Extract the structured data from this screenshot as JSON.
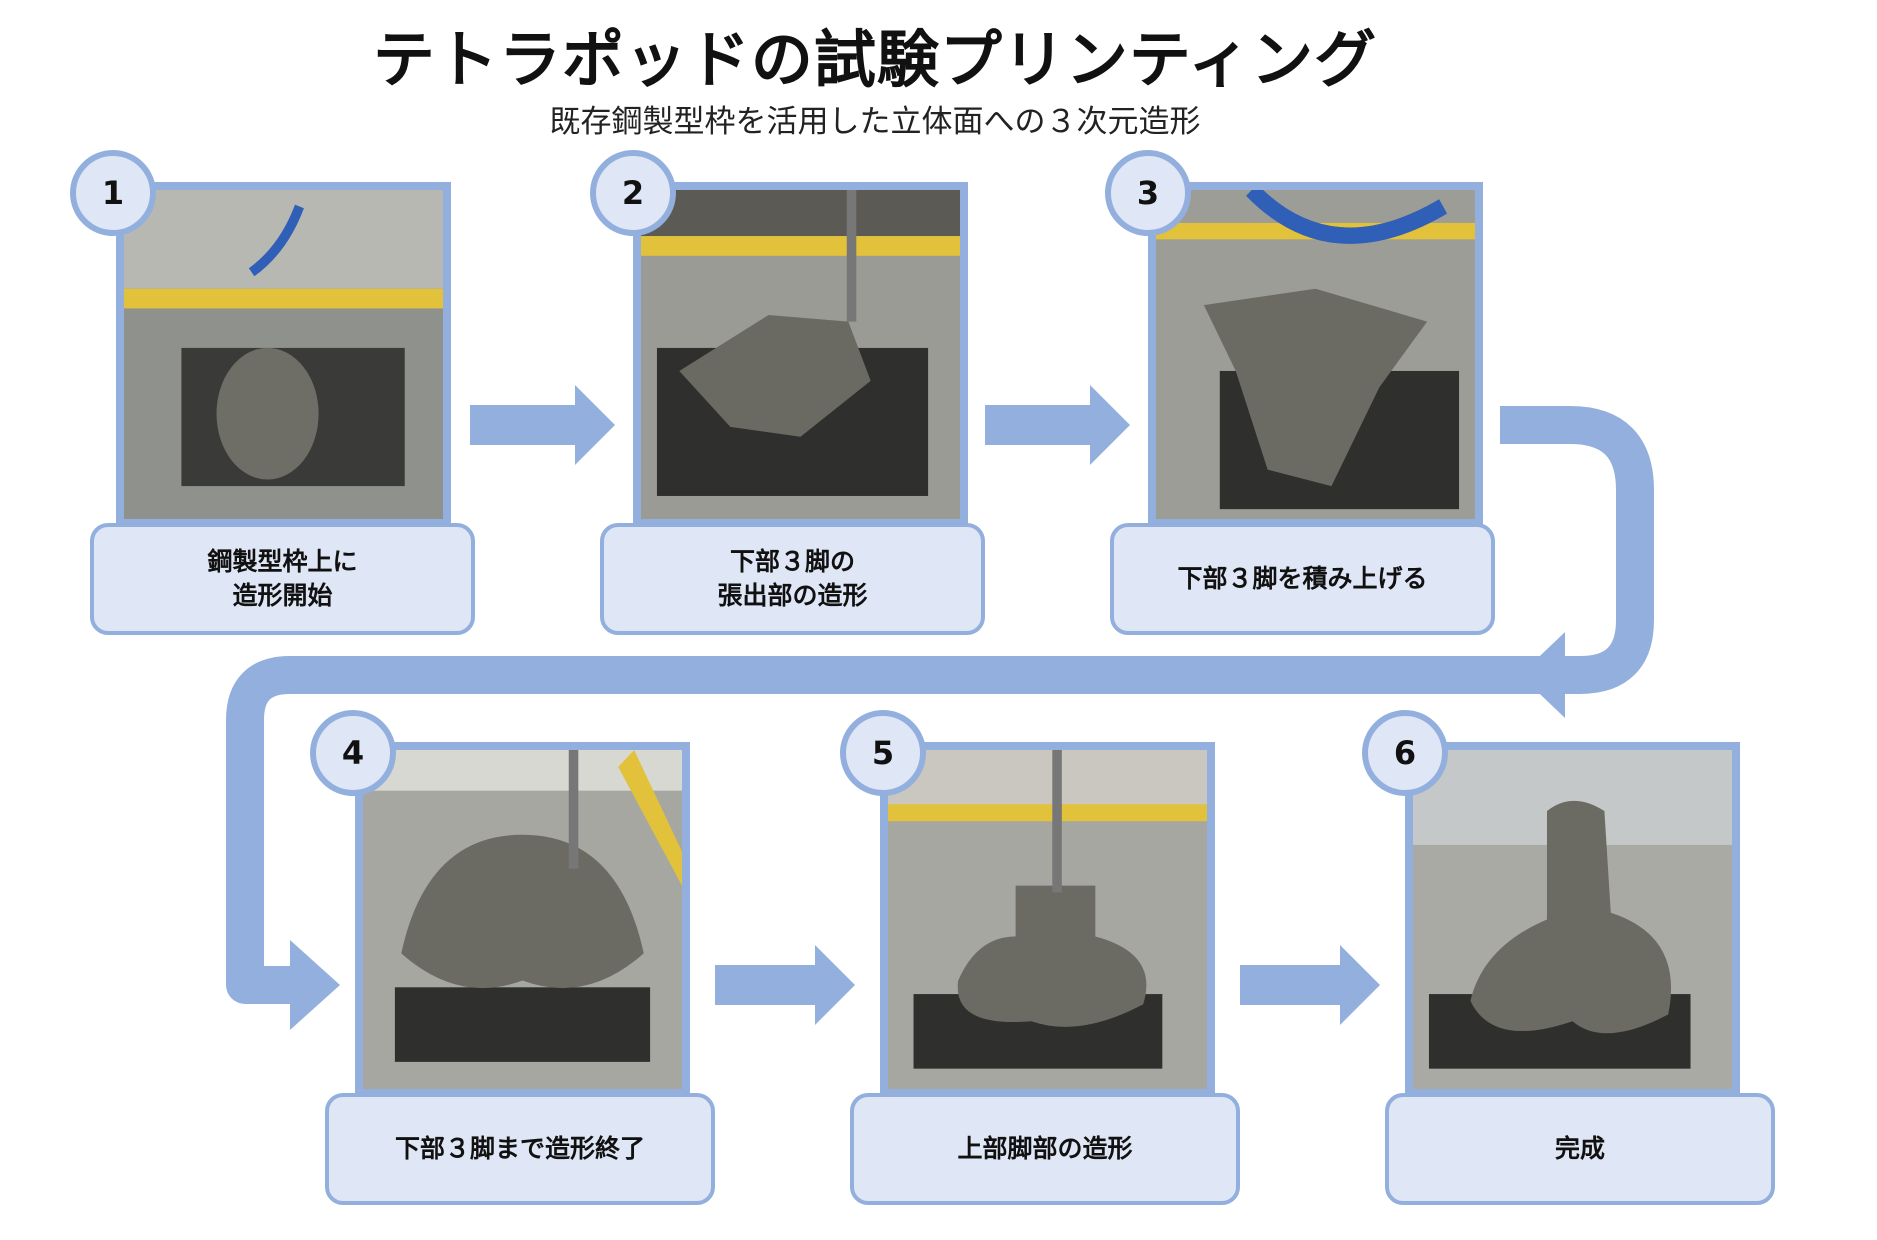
{
  "title": "テトラポッドの試験プリンティング",
  "subtitle": "既存鋼製型枠を活用した立体面への３次元造形",
  "colors": {
    "accent": "#93afde",
    "caption_bg": "#dfe6f5",
    "text": "#111111"
  },
  "steps": [
    {
      "number": "1",
      "caption": "鋼製型枠上に\n造形開始"
    },
    {
      "number": "2",
      "caption": "下部３脚の\n張出部の造形"
    },
    {
      "number": "3",
      "caption": "下部３脚を積み上げる"
    },
    {
      "number": "4",
      "caption": "下部３脚まで造形終了"
    },
    {
      "number": "5",
      "caption": "上部脚部の造形"
    },
    {
      "number": "6",
      "caption": "完成"
    }
  ]
}
